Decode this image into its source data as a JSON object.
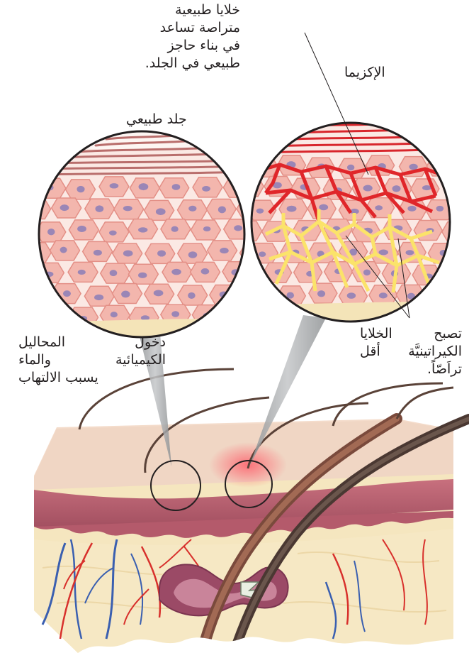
{
  "labels": {
    "normal_cells": [
      "خلايا طبيعية",
      "متراصة تساعد",
      "في بناء حاجز",
      "طبيعي في الجلد."
    ],
    "eczema": "الإكزيما",
    "normal_skin": "جلد طبيعي",
    "irritants": [
      "دخول المحاليل",
      "الكيميائية والماء",
      "يسبب الالتهاب"
    ],
    "keratin": [
      "تصبح الخلايا",
      "الكيراتينيَّة أقل",
      "تراَصّاً."
    ]
  },
  "colors": {
    "cell_fill": "#f3b6ad",
    "cell_edge": "#e38f86",
    "nucleus": "#9a86b6",
    "eczema_red": "#e0262a",
    "crack_yellow": "#fbe36a",
    "dermis_pink": "#b9606f",
    "epidermis_cream": "#f2d9c7",
    "fat_yellow": "#f4e5b8",
    "vein_blue": "#3a5fb0",
    "artery_red": "#d8302c",
    "hair_dark": "#5a4238"
  }
}
